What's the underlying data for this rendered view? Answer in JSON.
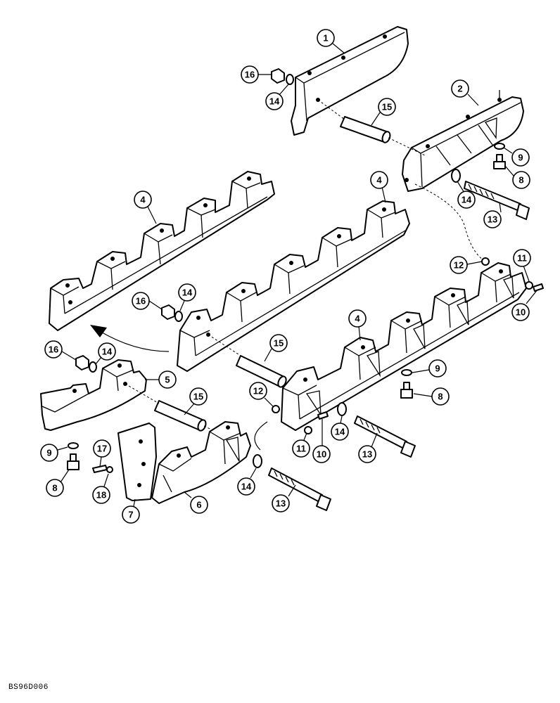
{
  "figure": {
    "code": "BS96D006"
  },
  "callouts": [
    {
      "id": "c1",
      "label": "1"
    },
    {
      "id": "c2",
      "label": "2"
    },
    {
      "id": "c16a",
      "label": "16"
    },
    {
      "id": "c14a",
      "label": "14"
    },
    {
      "id": "c15a",
      "label": "15"
    },
    {
      "id": "c9a",
      "label": "9"
    },
    {
      "id": "c8a",
      "label": "8"
    },
    {
      "id": "c4a",
      "label": "4"
    },
    {
      "id": "c4b",
      "label": "4"
    },
    {
      "id": "c14b",
      "label": "14"
    },
    {
      "id": "c13a",
      "label": "13"
    },
    {
      "id": "c12a",
      "label": "12"
    },
    {
      "id": "c11a",
      "label": "11"
    },
    {
      "id": "c10a",
      "label": "10"
    },
    {
      "id": "c16b",
      "label": "16"
    },
    {
      "id": "c14c",
      "label": "14"
    },
    {
      "id": "c4c",
      "label": "4"
    },
    {
      "id": "c15b",
      "label": "15"
    },
    {
      "id": "c16c",
      "label": "16"
    },
    {
      "id": "c14d",
      "label": "14"
    },
    {
      "id": "c5",
      "label": "5"
    },
    {
      "id": "c9b",
      "label": "9"
    },
    {
      "id": "c8b",
      "label": "8"
    },
    {
      "id": "c12b",
      "label": "12"
    },
    {
      "id": "c15c",
      "label": "15"
    },
    {
      "id": "c14e",
      "label": "14"
    },
    {
      "id": "c11b",
      "label": "11"
    },
    {
      "id": "c10b",
      "label": "10"
    },
    {
      "id": "c13b",
      "label": "13"
    },
    {
      "id": "c9c",
      "label": "9"
    },
    {
      "id": "c17",
      "label": "17"
    },
    {
      "id": "c8c",
      "label": "8"
    },
    {
      "id": "c18",
      "label": "18"
    },
    {
      "id": "c14f",
      "label": "14"
    },
    {
      "id": "c13c",
      "label": "13"
    },
    {
      "id": "c6",
      "label": "6"
    },
    {
      "id": "c7",
      "label": "7"
    }
  ]
}
